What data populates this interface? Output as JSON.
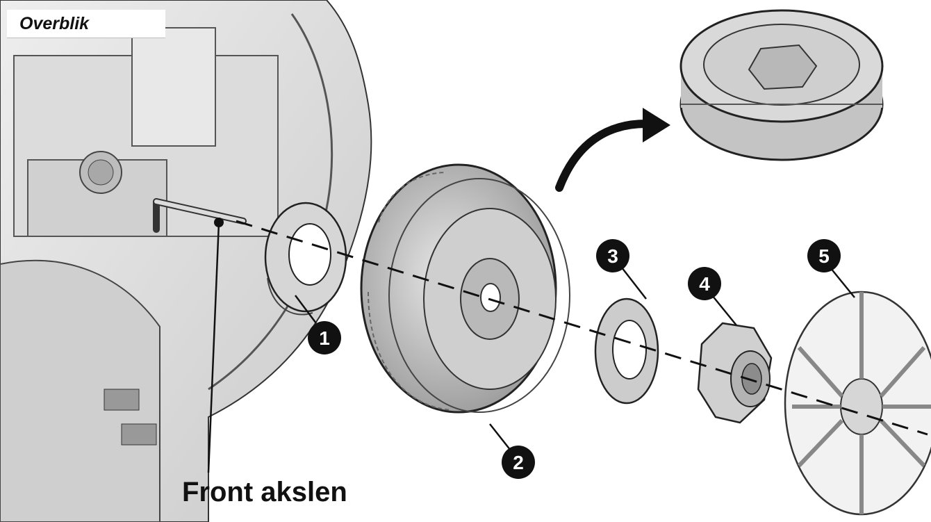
{
  "header": {
    "title": "Overblik"
  },
  "caption": {
    "front_axle": "Front akslen"
  },
  "parts": [
    {
      "number": "1"
    },
    {
      "number": "2"
    },
    {
      "number": "3"
    },
    {
      "number": "4"
    },
    {
      "number": "5"
    }
  ],
  "colors": {
    "line": "#111111",
    "part_fill": "#d9d9d9",
    "part_shade": "#b5b5b5",
    "body_fill": "#e4e4e4",
    "badge": "#111111",
    "badge_text": "#ffffff"
  },
  "icons": [
    "curved-arrow-icon"
  ]
}
